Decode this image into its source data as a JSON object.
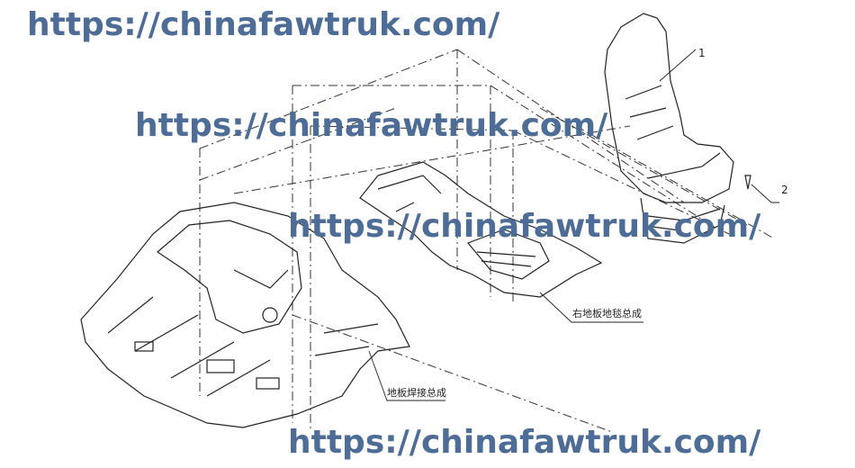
{
  "diagram": {
    "callouts": [
      {
        "id": "1",
        "label": "1"
      },
      {
        "id": "2",
        "label": "2"
      }
    ],
    "part_labels": {
      "floor_welding_assembly": "地板焊接总成",
      "right_floor_carpet_assembly": "右地板地毯总成"
    },
    "watermarks": [
      "https://chinafawtruk.com/",
      "https://chinafawtruk.com/",
      "https://chinafawtruk.com/",
      "https://chinafawtruk.com/"
    ],
    "colors": {
      "watermark": "#4d6c96",
      "linework": "#222222"
    }
  }
}
